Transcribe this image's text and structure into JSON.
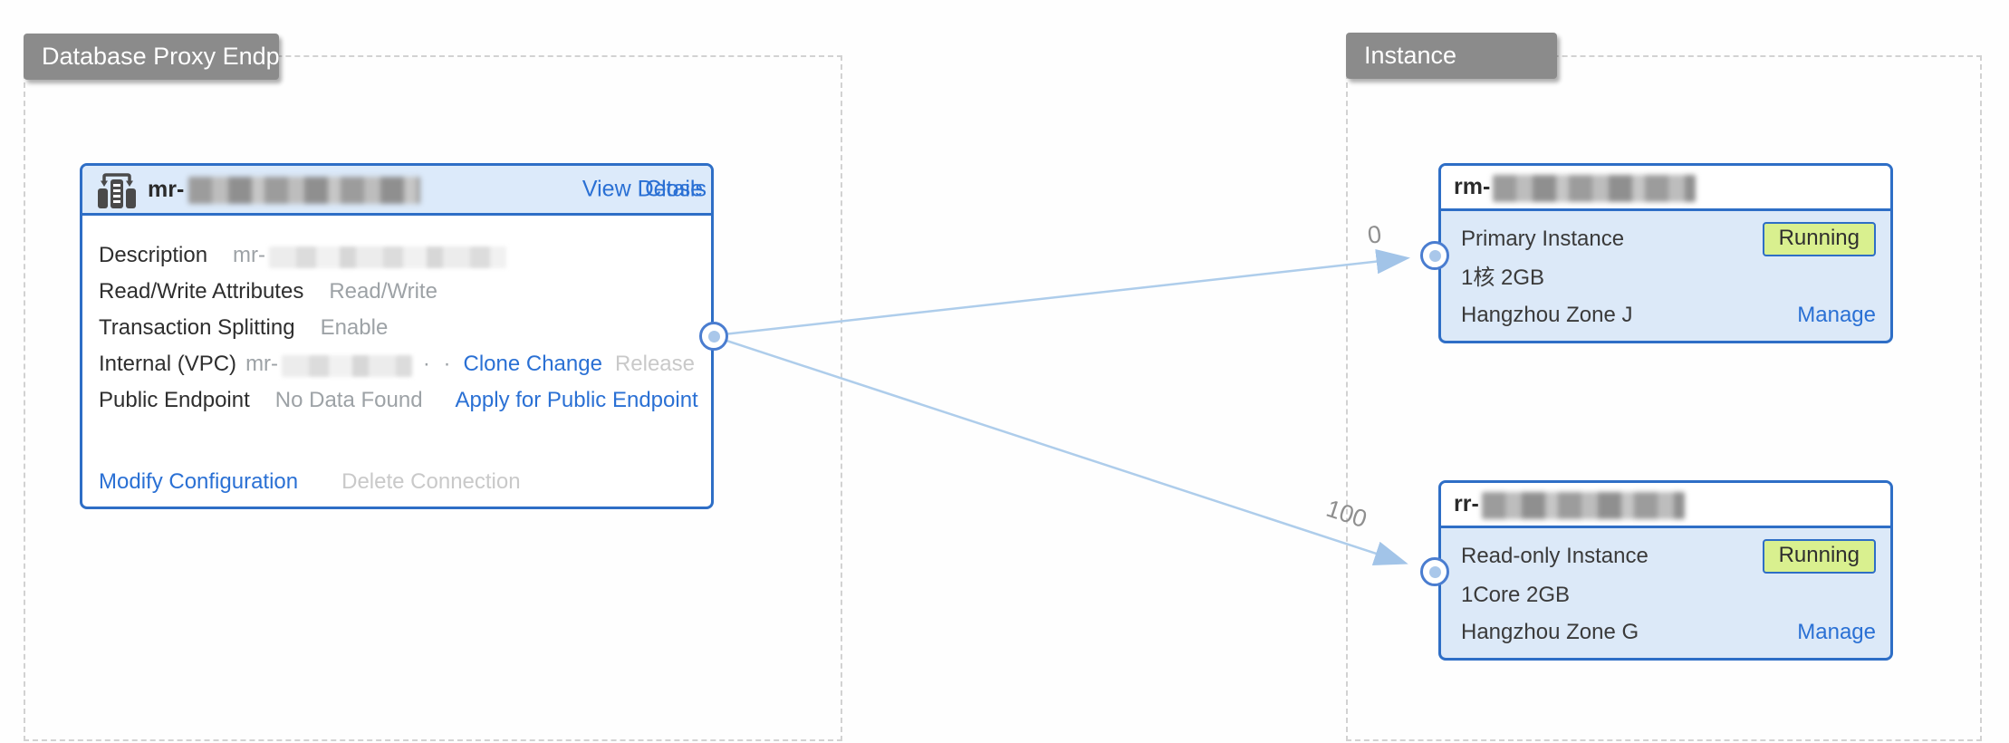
{
  "zones": {
    "proxy": {
      "label": "Database Proxy Endpoint"
    },
    "instance": {
      "label": "Instance"
    }
  },
  "proxy_card": {
    "name_prefix": "mr-",
    "name_redacted": true,
    "header_links": {
      "view_details": "View Details",
      "close": "Close"
    },
    "rows": [
      {
        "label": "Description",
        "value_prefix": "mr-",
        "redacted": true
      },
      {
        "label": "Read/Write Attributes",
        "value": "Read/Write"
      },
      {
        "label": "Transaction Splitting",
        "value": "Enable"
      },
      {
        "label": "Internal (VPC)",
        "value_prefix": "mr-",
        "redacted": true,
        "dots": "· ·",
        "actions": {
          "clone_change": "Clone Change",
          "release": "Release"
        }
      },
      {
        "label": "Public Endpoint",
        "value": "No Data Found",
        "actions": {
          "apply": "Apply for Public Endpoint"
        }
      }
    ],
    "footer_links": {
      "modify": "Modify Configuration",
      "delete": "Delete Connection"
    }
  },
  "instances": [
    {
      "name_prefix": "rm-",
      "name_redacted": true,
      "type": "Primary Instance",
      "status": "Running",
      "spec": "1核 2GB",
      "zone": "Hangzhou Zone J",
      "manage": "Manage"
    },
    {
      "name_prefix": "rr-",
      "name_redacted": true,
      "type": "Read-only Instance",
      "status": "Running",
      "spec": "1Core 2GB",
      "zone": "Hangzhou Zone G",
      "manage": "Manage"
    }
  ],
  "edges": [
    {
      "weight": "0"
    },
    {
      "weight": "100"
    }
  ],
  "colors": {
    "accent_blue": "#2e6ec6",
    "link_blue": "#2a70d4",
    "status_green": "#d9f08f",
    "badge_gray": "#8b8b8b",
    "line_blue": "#a9c9ea",
    "muted_text": "#9da2a6",
    "disabled_text": "#c9c9c9",
    "panel_dash": "#d2d2d2",
    "card_header_blue": "#dceafa",
    "card_body_blue": "#dce9f8"
  }
}
